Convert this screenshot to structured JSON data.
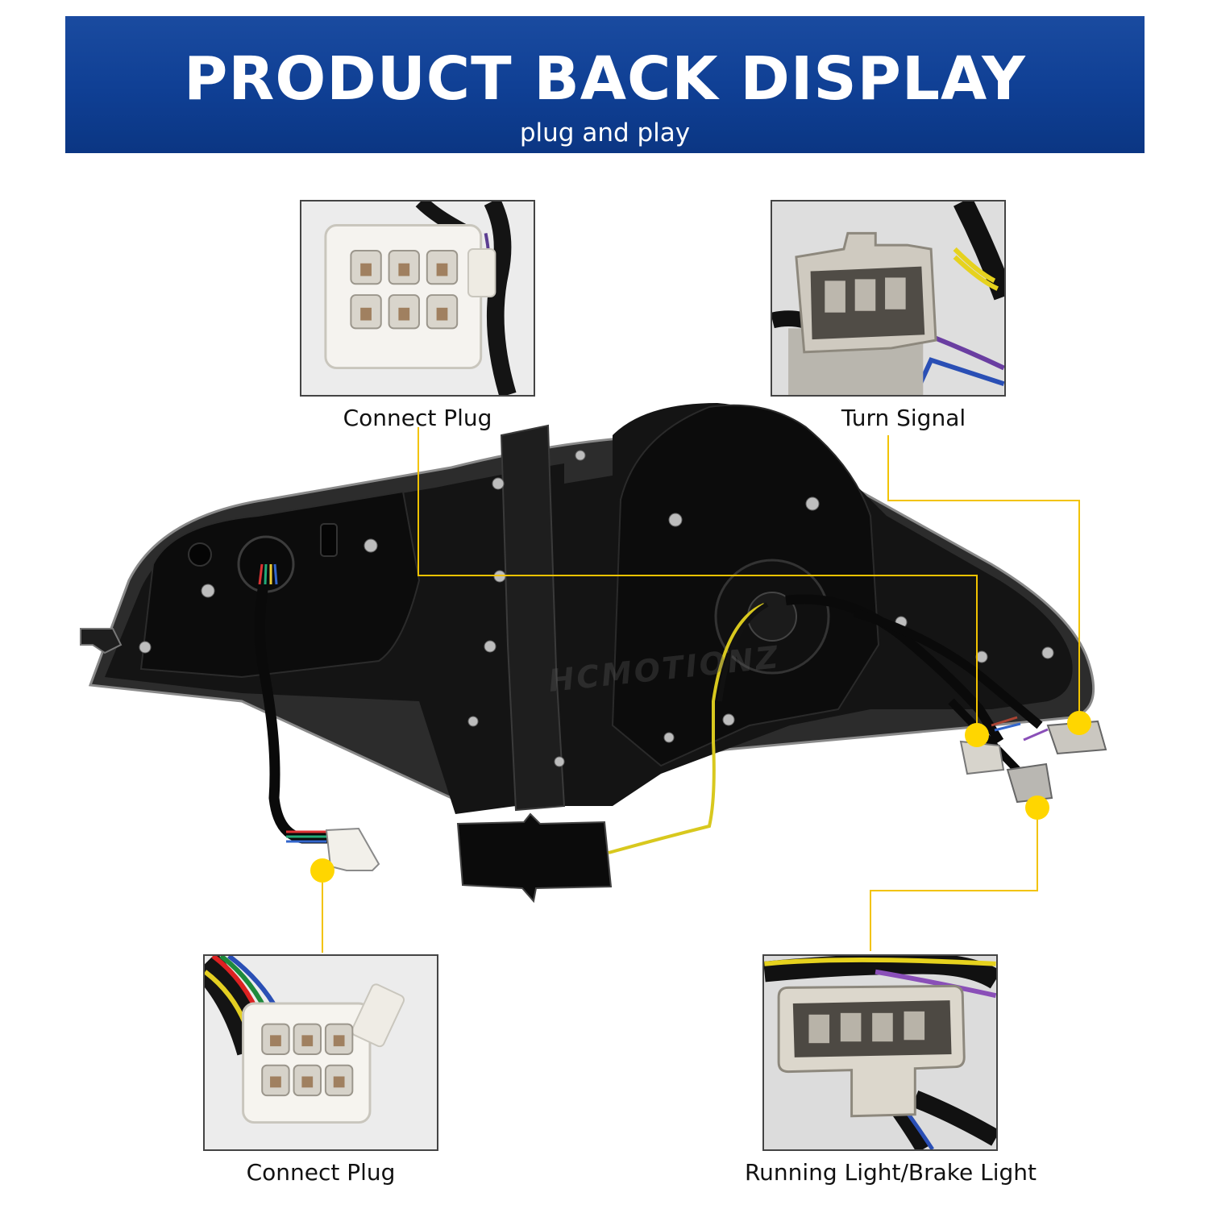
{
  "banner": {
    "title": "PRODUCT BACK DISPLAY",
    "subtitle": "plug and play"
  },
  "insets": {
    "top_left": {
      "label": "Connect Plug",
      "icon": "white-6-pin-connector"
    },
    "top_right": {
      "label": "Turn Signal",
      "icon": "grey-3-pin-connector"
    },
    "bottom_left": {
      "label": "Connect Plug",
      "icon": "white-6-pin-connector"
    },
    "bottom_right": {
      "label": "Running Light/Brake Light",
      "icon": "grey-multi-pin-connector"
    }
  },
  "watermark": {
    "text": "HCMOTIONZ"
  },
  "colors": {
    "banner": "#0f3f94",
    "callout_line": "#f2c300",
    "callout_dot": "#ffd600",
    "housing": "#141414"
  }
}
